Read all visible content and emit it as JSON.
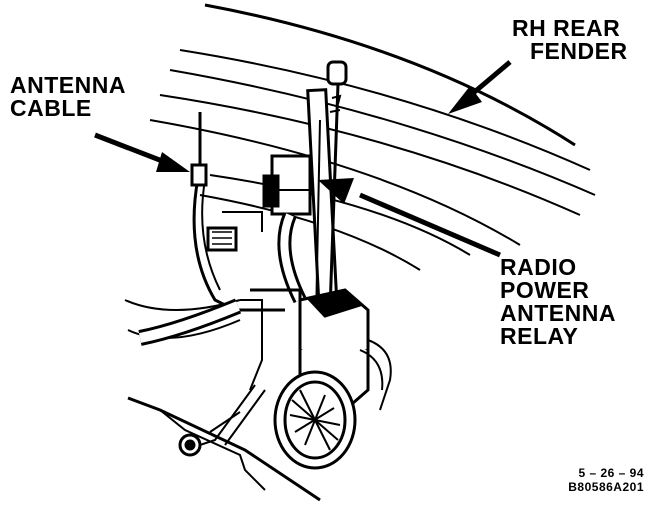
{
  "labels": {
    "fender_line1": "RH REAR",
    "fender_line2": "FENDER",
    "cable_line1": "ANTENNA",
    "cable_line2": "CABLE",
    "relay_line1": "RADIO",
    "relay_line2": "POWER",
    "relay_line3": "ANTENNA",
    "relay_line4": "RELAY"
  },
  "footer": {
    "date": "5 – 26 – 94",
    "code": "B80586A201"
  },
  "colors": {
    "ink": "#000000",
    "paper": "#ffffff"
  }
}
